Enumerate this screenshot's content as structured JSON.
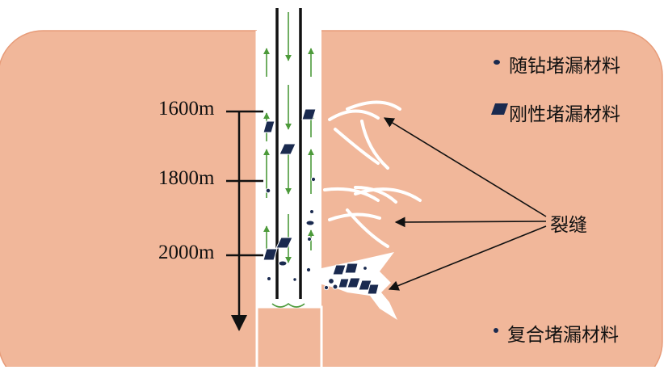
{
  "depths": [
    "1600m",
    "1800m",
    "2000m"
  ],
  "legend": {
    "drilling_material": "随钻堵漏材料",
    "rigid_material": "刚性堵漏材料",
    "composite_material": "复合堵漏材料"
  },
  "fracture_label": "裂缝",
  "colors": {
    "formation": "#f1b79a",
    "formation_edge": "#e79b78",
    "well": "#ffffff",
    "flow_arrow": "#4c9a3a",
    "particle": "#1a2a4f",
    "pipe": "#111111"
  }
}
